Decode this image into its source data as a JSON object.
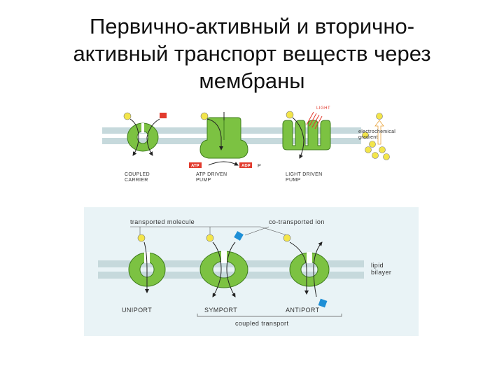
{
  "title": {
    "line1": "Первично-активный и вторично-",
    "line2": "активный транспорт веществ через",
    "line3": "мембраны"
  },
  "top_panel": {
    "coupled_carrier": [
      "COUPLED",
      "CARRIER"
    ],
    "atp_pump": [
      "ATP DRIVEN",
      "PUMP"
    ],
    "light_pump": [
      "LIGHT DRIVEN",
      "PUMP"
    ],
    "atp_tag": "ATP",
    "adp_tag": "ADP",
    "p_tag": "P",
    "light": "LIGHT",
    "gradient": [
      "electrochemical",
      "gradient"
    ]
  },
  "bottom_panel": {
    "transported_molecule": "transported molecule",
    "co_transported_ion": "co-transported ion",
    "lipid_bilayer": [
      "lipid",
      "bilayer"
    ],
    "uniport": "UNIPORT",
    "symport": "SYMPORT",
    "antiport": "ANTIPORT",
    "coupled_transport": "coupled transport"
  },
  "colors": {
    "protein": "#7cc242",
    "protein_dark": "#3f7d1e",
    "membrane": "#c6d9dc",
    "molecule": "#f3e54a",
    "ion": "#1e8fd6",
    "tag": "#e23b2e",
    "bottom_bg": "#e9f3f6"
  }
}
